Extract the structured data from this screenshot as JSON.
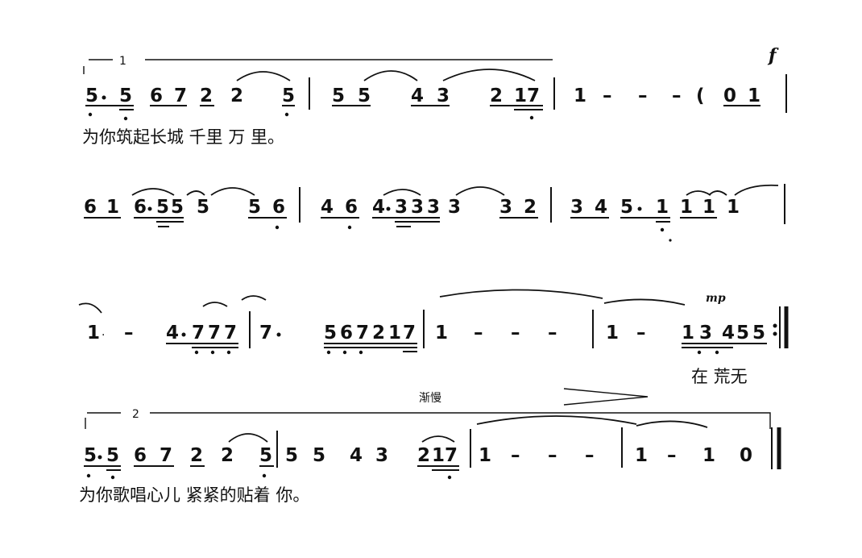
{
  "score": {
    "volta_1": "1",
    "volta_2": "2",
    "dynamic_f": "f",
    "dynamic_mp": "mp",
    "tempo_mark": "渐慢",
    "rows": [
      {
        "measures": [
          "5·5 6 7 2 2 5",
          "5 5 4 3 2 17",
          "1 – – (0 1"
        ],
        "lyrics": "为你筑起长城 千里 万 里。"
      },
      {
        "measures": [
          "6 1 6·55 5 5 6",
          "4 6 4·333 3 3 2",
          "3 4 5·1 1 1 1"
        ],
        "lyrics": ""
      },
      {
        "measures": [
          "1 – 4·777",
          "7· 567217",
          "1 – – –",
          "1 – 1 3 455"
        ],
        "lyrics": "在 荒无"
      },
      {
        "measures": [
          "5·5 6 7 2 2 5",
          "5 5 4 3 217",
          "1 – – –",
          "1 – 1 0"
        ],
        "lyrics": "为你歌唱心儿 紧紧的贴着 你。"
      }
    ]
  }
}
